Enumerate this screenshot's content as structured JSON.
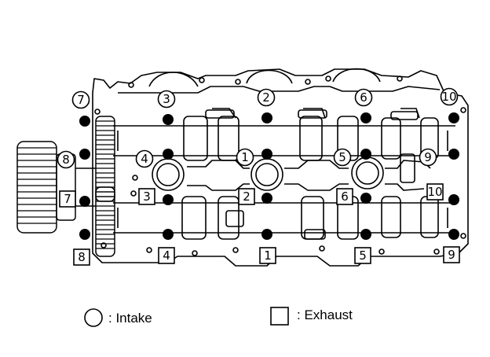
{
  "diagram": {
    "intake_labels": [
      "1",
      "2",
      "3",
      "4",
      "5",
      "6",
      "7",
      "8",
      "9",
      "10"
    ],
    "exhaust_labels": [
      "1",
      "2",
      "3",
      "4",
      "5",
      "6",
      "7",
      "8",
      "9",
      "10"
    ],
    "legend": {
      "intake_label": ": Intake",
      "exhaust_label": ": Exhaust"
    },
    "colors": {
      "ink": "#000000",
      "background": "#ffffff"
    }
  }
}
